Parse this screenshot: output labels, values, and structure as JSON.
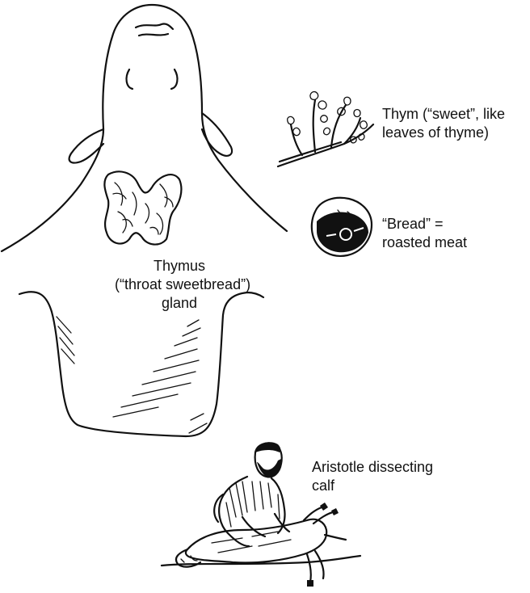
{
  "labels": {
    "thymus": [
      "Thymus",
      "(“throat sweetbread”)",
      "gland"
    ],
    "thym": [
      "Thym (“sweet”, like",
      "leaves of thyme)"
    ],
    "bread": [
      "“Bread” =",
      "roasted meat"
    ],
    "aristotle": [
      "Aristotle dissecting",
      "calf"
    ]
  },
  "colors": {
    "ink": "#111111",
    "paper": "#ffffff"
  }
}
